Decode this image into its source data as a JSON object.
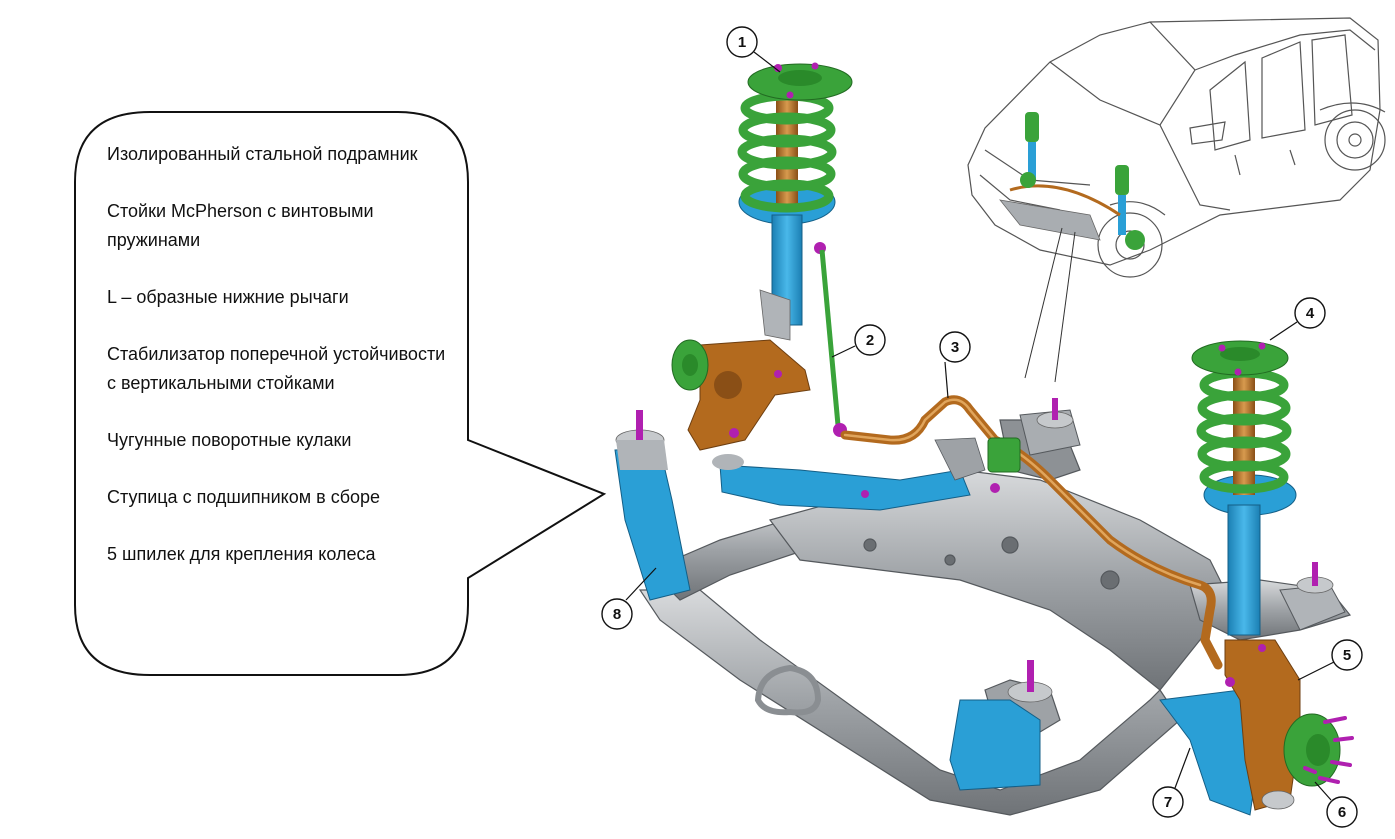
{
  "callout": {
    "items": [
      "Изолированный стальной подрамник",
      "Стойки McPherson с винтовыми пружинами",
      "L – образные нижние рычаги",
      "Стабилизатор поперечной устойчивости с вертикальными стойками",
      "Чугунные поворотные кулаки",
      "Ступица с подшипником в сборе",
      "5  шпилек для крепления колеса"
    ]
  },
  "markers": [
    "1",
    "2",
    "3",
    "4",
    "5",
    "6",
    "7",
    "8"
  ],
  "colors": {
    "spring": "#3aa33a",
    "strut": "#2a9fd6",
    "knuckle": "#b36a1e",
    "subframe": "#9a9ea3",
    "fastener": "#b020b0"
  }
}
